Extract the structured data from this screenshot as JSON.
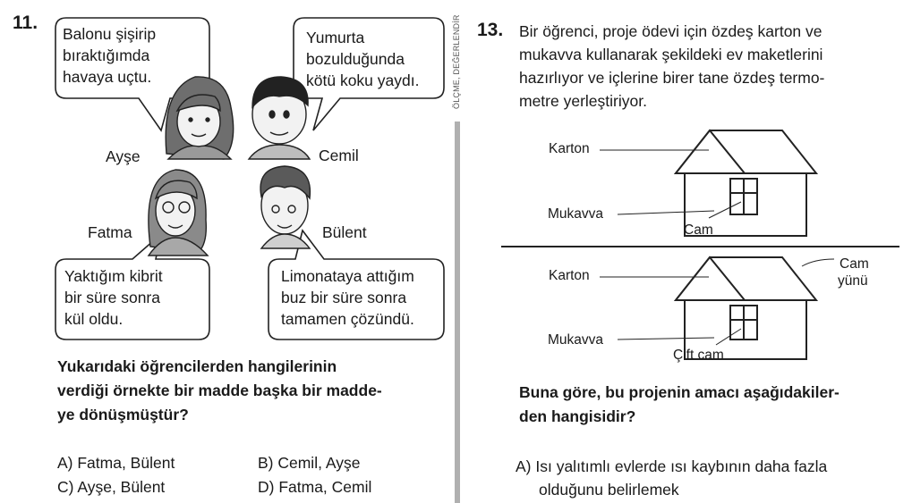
{
  "q11": {
    "number": "11.",
    "bubbles": {
      "ayse": "Balonu şişirip\nbıraktığımda\nhavaya uçtu.",
      "cemil": "Yumurta\nbozulduğunda\nkötü koku yaydı.",
      "fatma": "Yaktığım kibrit\nbir süre sonra\nkül oldu.",
      "bulent": "Limonataya attığım\nbuz bir süre sonra\ntamamen çözündü."
    },
    "names": {
      "ayse": "Ayşe",
      "cemil": "Cemil",
      "fatma": "Fatma",
      "bulent": "Bülent"
    },
    "question": "Yukarıdaki öğrencilerden hangilerinin\nverdiği örnekte bir madde başka bir madde-\nye dönüşmüştür?",
    "options": {
      "a": "A) Fatma, Bülent",
      "b": "B) Cemil, Ayşe",
      "c": "C) Ayşe, Bülent",
      "d": "D) Fatma, Cemil"
    }
  },
  "side_label": "ÖLÇME, DEĞERLENDİR",
  "q13": {
    "number": "13.",
    "text": "Bir öğrenci, proje ödevi için özdeş karton ve\nmukavva kullanarak şekildeki ev maketlerini\nhazırlıyor ve içlerine birer tane özdeş termo-\nmetre yerleştiriyor.",
    "house1": {
      "karton": "Karton",
      "mukavva": "Mukavva",
      "cam": "Cam"
    },
    "house2": {
      "karton": "Karton",
      "mukavva": "Mukavva",
      "cift_cam": "Çift cam",
      "cam_yunu_1": "Cam",
      "cam_yunu_2": "yünü"
    },
    "question": "Buna göre, bu projenin amacı aşağıdakiler-\nden hangisidir?",
    "option_a_line1": "A) Isı yalıtımlı evlerde ısı kaybının daha fazla",
    "option_a_line2": "olduğunu belirlemek"
  }
}
